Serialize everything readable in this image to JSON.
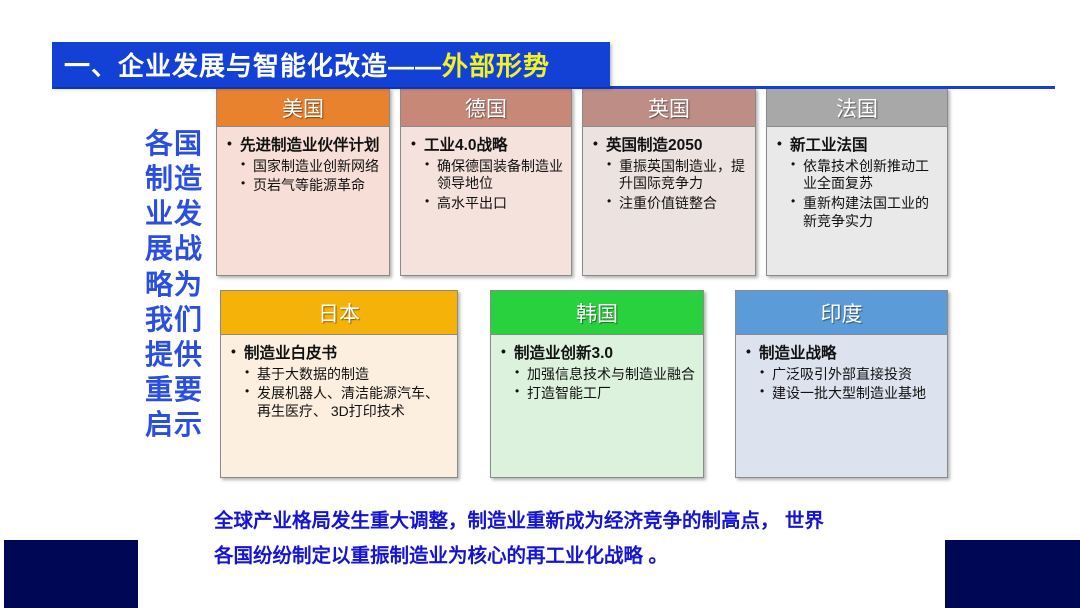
{
  "slide": {
    "title_main": "一、企业发展与智能化改造——",
    "title_accent": "外部形势",
    "side_label": "各国\n制造\n业发\n展战\n略为\n我们\n提供\n重要\n启示",
    "footer": "全球产业格局发生重大调整，制造业重新成为经济竞争的制高点， 世界\n各国纷纷制定以重振制造业为核心的再工业化战略 。",
    "colors": {
      "title_bg": "#1341d6",
      "title_accent": "#f2f227",
      "side_label": "#2a4fe0",
      "footer_text": "#1414d2",
      "corner_block": "#000855"
    }
  },
  "cards": [
    {
      "country": "美国",
      "head_bg": "#e8822e",
      "body_bg": "#f7ded6",
      "heading": "先进制造业伙伴计划",
      "points": [
        "国家制造业创新网络",
        "页岩气等能源革命"
      ]
    },
    {
      "country": "德国",
      "head_bg": "#c88878",
      "body_bg": "#f5e2dc",
      "heading": "工业4.0战略",
      "points": [
        "确保德国装备制造业领导地位",
        "高水平出口"
      ]
    },
    {
      "country": "英国",
      "head_bg": "#bd8d86",
      "body_bg": "#ece2df",
      "heading": "英国制造2050",
      "points": [
        "重振英国制造业，提升国际竞争力",
        "注重价值链整合"
      ]
    },
    {
      "country": "法国",
      "head_bg": "#a8a8a8",
      "body_bg": "#e9e9e9",
      "heading": "新工业法国",
      "points": [
        "依靠技术创新推动工业全面复苏",
        "重新构建法国工业的新竞争实力"
      ]
    },
    {
      "country": "日本",
      "head_bg": "#f5b208",
      "body_bg": "#fcefdf",
      "heading": "制造业白皮书",
      "points": [
        "基于大数据的制造",
        "发展机器人、清洁能源汽车、再生医疗、 3D打印技术"
      ]
    },
    {
      "country": "韩国",
      "head_bg": "#2ad13f",
      "body_bg": "#ddf2dd",
      "heading": "制造业创新3.0",
      "points": [
        "加强信息技术与制造业融合",
        "打造智能工厂"
      ]
    },
    {
      "country": "印度",
      "head_bg": "#5b9bd8",
      "body_bg": "#dce3ee",
      "heading": "制造业战略",
      "points": [
        "广泛吸引外部直接投资",
        "建设一批大型制造业基地"
      ]
    }
  ]
}
